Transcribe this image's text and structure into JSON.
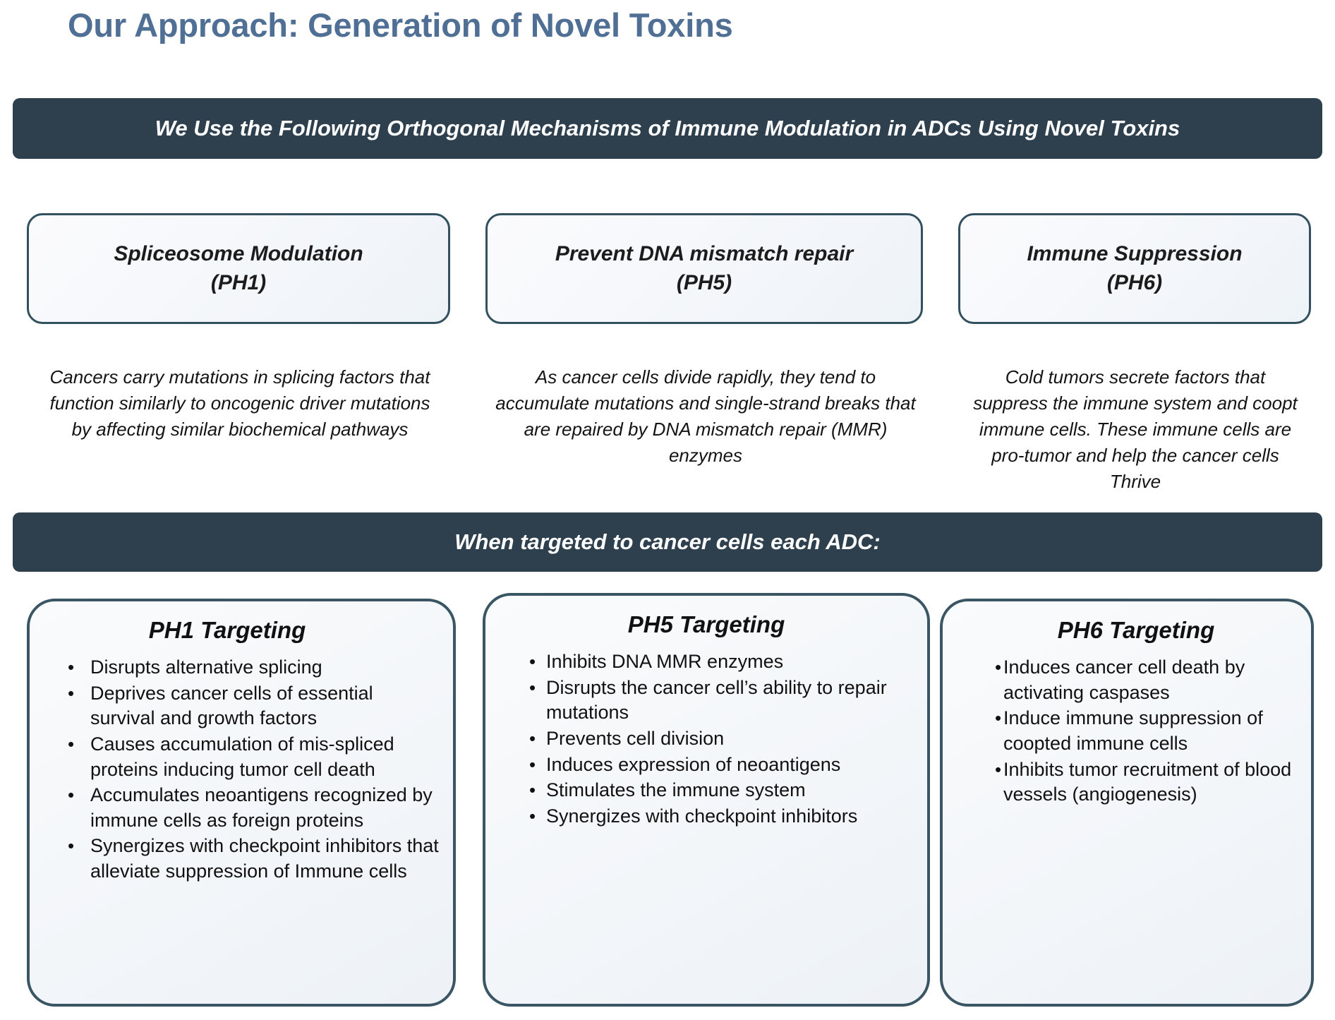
{
  "slide": {
    "title": "Our Approach: Generation of Novel Toxins",
    "title_color": "#4f6f94",
    "banner_color": "#2e3f4d",
    "card_border_color": "#33505f"
  },
  "banner_top": {
    "text": "We Use the Following Orthogonal Mechanisms of Immune Modulation in ADCs Using Novel Toxins"
  },
  "banner_mid": {
    "text": "When targeted to cancer cells each ADC:"
  },
  "mechanisms": [
    {
      "title": "Spliceosome Modulation",
      "code": "(PH1)",
      "description": "Cancers carry mutations in splicing factors that function similarly to oncogenic driver mutations by affecting similar biochemical pathways"
    },
    {
      "title": "Prevent DNA mismatch repair",
      "code": "(PH5)",
      "description": "As cancer cells divide rapidly, they tend to accumulate mutations and single-strand breaks that are repaired by DNA mismatch repair (MMR) enzymes"
    },
    {
      "title": "Immune Suppression",
      "code": "(PH6)",
      "description": "Cold tumors secrete factors that suppress the immune system and coopt immune cells. These immune cells are pro-tumor and help the cancer cells Thrive"
    }
  ],
  "targeting": [
    {
      "title": "PH1 Targeting",
      "bullet_marker": "•",
      "bullets": [
        "Disrupts alternative splicing",
        "Deprives cancer cells of essential survival and growth factors",
        "Causes accumulation of mis-spliced proteins inducing tumor cell death",
        "Accumulates neoantigens recognized by immune cells as foreign proteins",
        "Synergizes with checkpoint inhibitors that alleviate suppression of Immune cells"
      ]
    },
    {
      "title": "PH5 Targeting",
      "bullet_marker": "•",
      "bullets": [
        "Inhibits DNA MMR enzymes",
        "Disrupts the cancer cell’s ability to repair mutations",
        "Prevents cell division",
        "Induces expression of neoantigens",
        "Stimulates the immune system",
        "Synergizes with checkpoint inhibitors"
      ]
    },
    {
      "title": "PH6 Targeting",
      "bullet_marker": "•",
      "bullets": [
        "Induces cancer cell death by activating caspases",
        "Induce immune suppression of coopted immune cells",
        "Inhibits tumor recruitment of blood vessels (angiogenesis)"
      ]
    }
  ]
}
